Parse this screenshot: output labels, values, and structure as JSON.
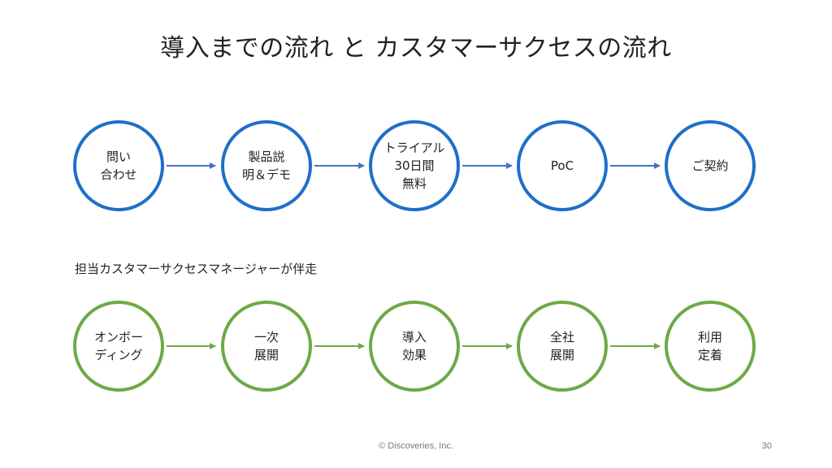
{
  "title": "導入までの流れ と カスタマーサクセスの流れ",
  "process_top": {
    "steps": [
      "問い\n合わせ",
      "製品説\n明＆デモ",
      "トライアル\n30日間\n無料",
      "PoC",
      "ご契約"
    ],
    "color": "#1f6fc9",
    "arrow_color": "#4472c4"
  },
  "process_bottom": {
    "note": "担当カスタマーサクセスマネージャーが伴走",
    "steps": [
      "オンボー\nディング",
      "一次\n展開",
      "導入\n効果",
      "全社\n展開",
      "利用\n定着"
    ],
    "color": "#6ea947",
    "arrow_color": "#6ea947"
  },
  "footer": {
    "copyright": "© Discoveries, Inc.",
    "page_number": "30"
  }
}
